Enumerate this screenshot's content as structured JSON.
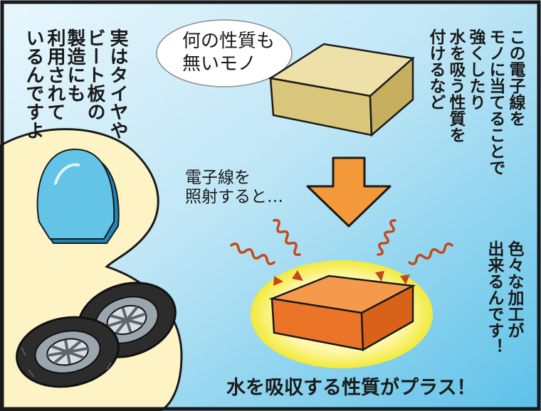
{
  "panel": {
    "left_caption": [
      "実はタイヤや",
      "ビート板の",
      "製造にも",
      "利用されて",
      "いるんですよ"
    ],
    "bubble_text": [
      "何の性質も",
      "無いモノ"
    ],
    "right_caption": [
      "この電子線を",
      "モノに当てることで",
      "強くしたり",
      "水を吸う性質を",
      "付けるなど"
    ],
    "arrow_label": [
      "電子線を",
      "照射すると…"
    ],
    "side_caption": [
      "色々な加工が",
      "出来るんです！"
    ],
    "bottom_caption": "水を吸収する性質がプラス！"
  }
}
